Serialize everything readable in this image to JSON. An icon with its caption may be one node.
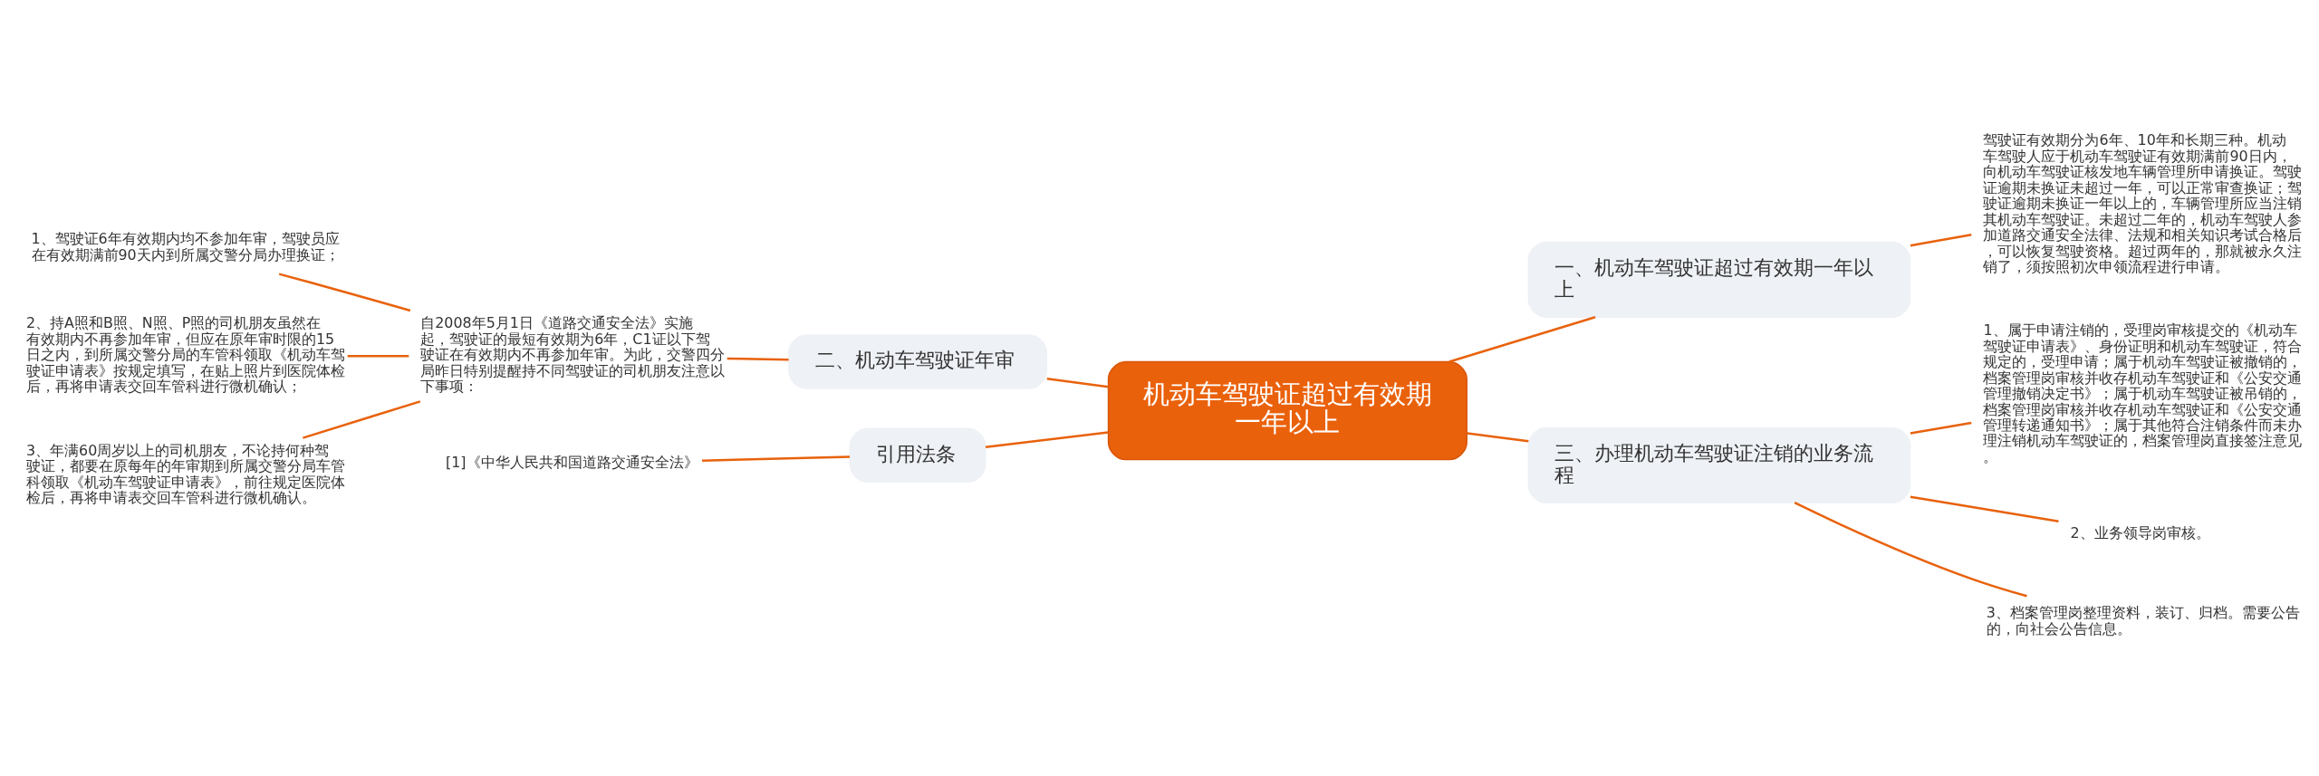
{
  "diagram": {
    "nodes": [
      {
        "text": [
          "机动车驾驶证超过有效期一年以上"
        ]
      },
      {
        "text": [
          "一、机动车驾驶证超过有效期一年以上"
        ]
      },
      {
        "text": [
          "驾驶证有效期分为6年、10年和长期三种。机动车驾驶人应于机动车驾驶证有效期满前90日内，向机动车驾驶证核发地车辆管理所申请换证。驾驶证逾期未换证未超过一年，可以正常审查换证；驾驶证逾期未换证一年以上的，车辆管理所应当注销其机动车驾驶证。未超过二年的，机动车驾驶人参加道路交通安全法律、法规和相关知识考试合格后，可以恢复驾驶资格。超过两年的，那就被永久注销了，须按照初次申领流程进行申请。"
        ]
      },
      {
        "text": [
          "二、机动车驾驶证年审"
        ]
      },
      {
        "text": [
          "自2008年5月1日《道路交通安全法》实施起，驾驶证的最短有效期为6年，C1证以下驾驶证在有效期内不再参加年审。为此，交警四分局昨日特别提醒持不同驾驶证的司机朋友注意以下事项："
        ]
      },
      {
        "text": [
          "1、驾驶证6年有效期内均不参加年审，驾驶员应在有效期满前90天内到所属交警分局办理换证；"
        ]
      },
      {
        "text": [
          "2、持A照和B照、N照、P照的司机朋友虽然在有效期内不再参加年审，但应在原年审时限的15日之内，到所属交警分局的车管科领取《机动车驾驶证申请表》按规定填写，在贴上照片到医院体检后，再将申请表交回车管科进行微机确认；"
        ]
      },
      {
        "text": [
          "3、年满60周岁以上的司机朋友，不论持何种驾驶证，都要在原每年的年审期到所属交警分局车管科领取《机动车驾驶证申请表》，前往规定医院体检后，再将申请表交回车管科进行微机确认。"
        ]
      },
      {
        "text": [
          "引用法条"
        ]
      },
      {
        "text": [
          "[1]《中华人民共和国道路交通安全法》"
        ]
      },
      {
        "text": [
          "三、办理机动车驾驶证注销的业务流程"
        ]
      },
      {
        "text": [
          "1、属于申请注销的，受理岗审核提交的《机动车驾驶证申请表》、身份证明和机动车驾驶证，符合规定的，受理申请；属于机动车驾驶证被撤销的，档案管理岗审核并收存机动车驾驶证和《公安交通管理撤销决定书》；属于机动车驾驶证被吊销的，档案管理岗审核并收存机动车驾驶证和《公安交通管理转递通知书》；属于其他符合注销条件而未办理注销机动车驾驶证的，档案管理岗直接签注意见。"
        ]
      },
      {
        "text": [
          "2、业务领导岗审核。"
        ]
      },
      {
        "text": [
          "3、档案管理岗整理资料，装订、归档。需要公告的，向社会公告信息。"
        ]
      }
    ],
    "edges": [
      {
        "from": 0,
        "to": 1,
        "arrow": "none"
      },
      {
        "from": 1,
        "to": 2,
        "arrow": "none"
      },
      {
        "from": 0,
        "to": 3,
        "arrow": "none"
      },
      {
        "from": 3,
        "to": 4,
        "arrow": "none"
      },
      {
        "from": 4,
        "to": 5,
        "arrow": "none"
      },
      {
        "from": 4,
        "to": 6,
        "arrow": "none"
      },
      {
        "from": 4,
        "to": 7,
        "arrow": "none"
      },
      {
        "from": 0,
        "to": 8,
        "arrow": "none"
      },
      {
        "from": 8,
        "to": 9,
        "arrow": "none"
      },
      {
        "from": 0,
        "to": 10,
        "arrow": "none"
      },
      {
        "from": 10,
        "to": 11,
        "arrow": "none"
      },
      {
        "from": 10,
        "to": 12,
        "arrow": "none"
      },
      {
        "from": 10,
        "to": 13,
        "arrow": "none"
      }
    ]
  }
}
